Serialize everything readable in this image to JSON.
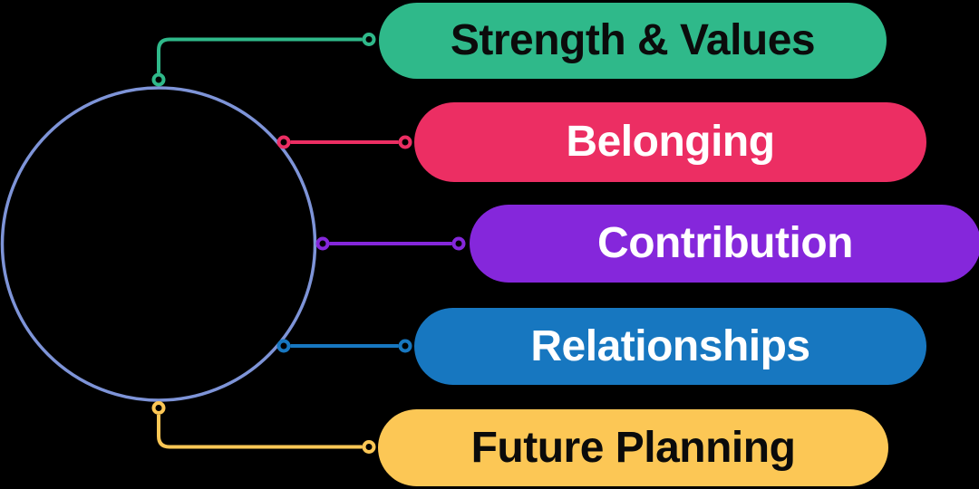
{
  "canvas": {
    "background_color": "#000000"
  },
  "hub": {
    "stroke_color": "#7E94D8"
  },
  "items": [
    {
      "label": "Strength & Values",
      "color": "#2FB98A",
      "text_color": "#0B0B0B"
    },
    {
      "label": "Belonging",
      "color": "#EC2E63",
      "text_color": "#FFFFFF"
    },
    {
      "label": "Contribution",
      "color": "#8527DB",
      "text_color": "#FFFFFF"
    },
    {
      "label": "Relationships",
      "color": "#1777C0",
      "text_color": "#FFFFFF"
    },
    {
      "label": "Future Planning",
      "color": "#FCC755",
      "text_color": "#0B0B0B"
    }
  ]
}
